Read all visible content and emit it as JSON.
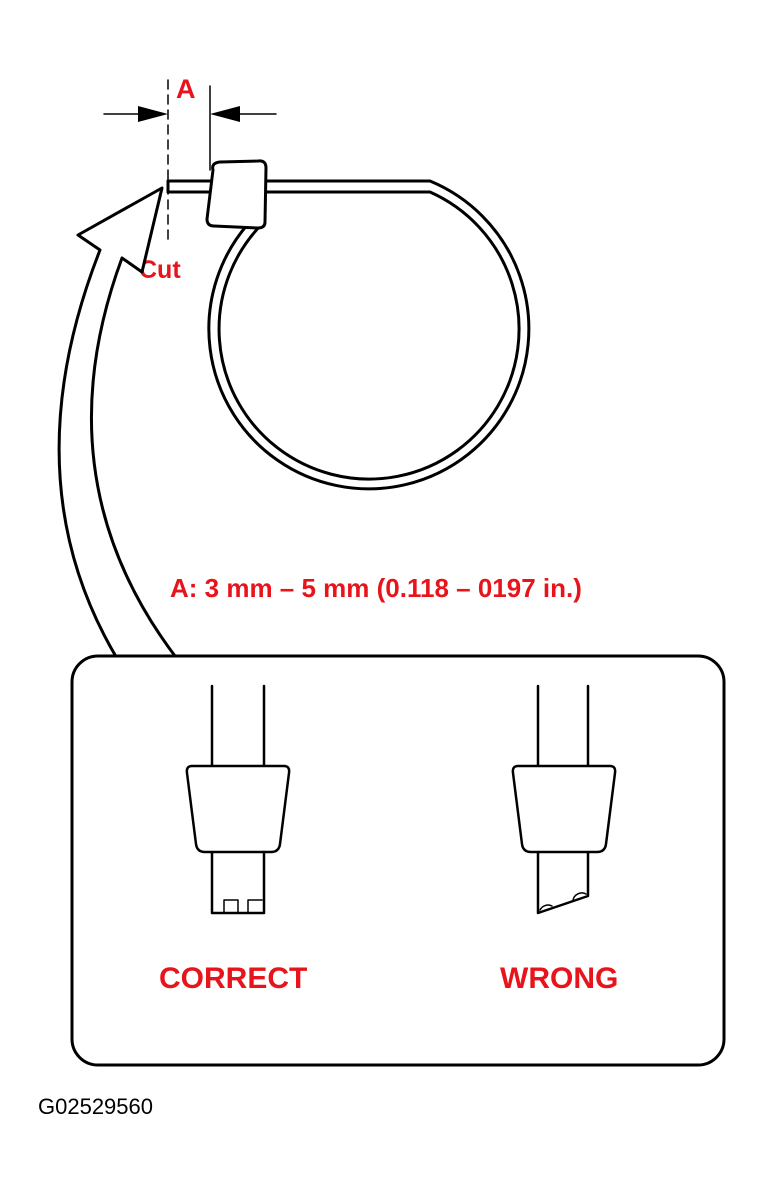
{
  "labels": {
    "dimension_a": "A",
    "cut": "Cut",
    "spec": "A: 3 mm – 5 mm (0.118 – 0197 in.)",
    "correct": "CORRECT",
    "wrong": "WRONG",
    "figure_id": "G02529560"
  },
  "colors": {
    "label_red": "#e8141c",
    "line": "#000000",
    "background": "#ffffff"
  }
}
